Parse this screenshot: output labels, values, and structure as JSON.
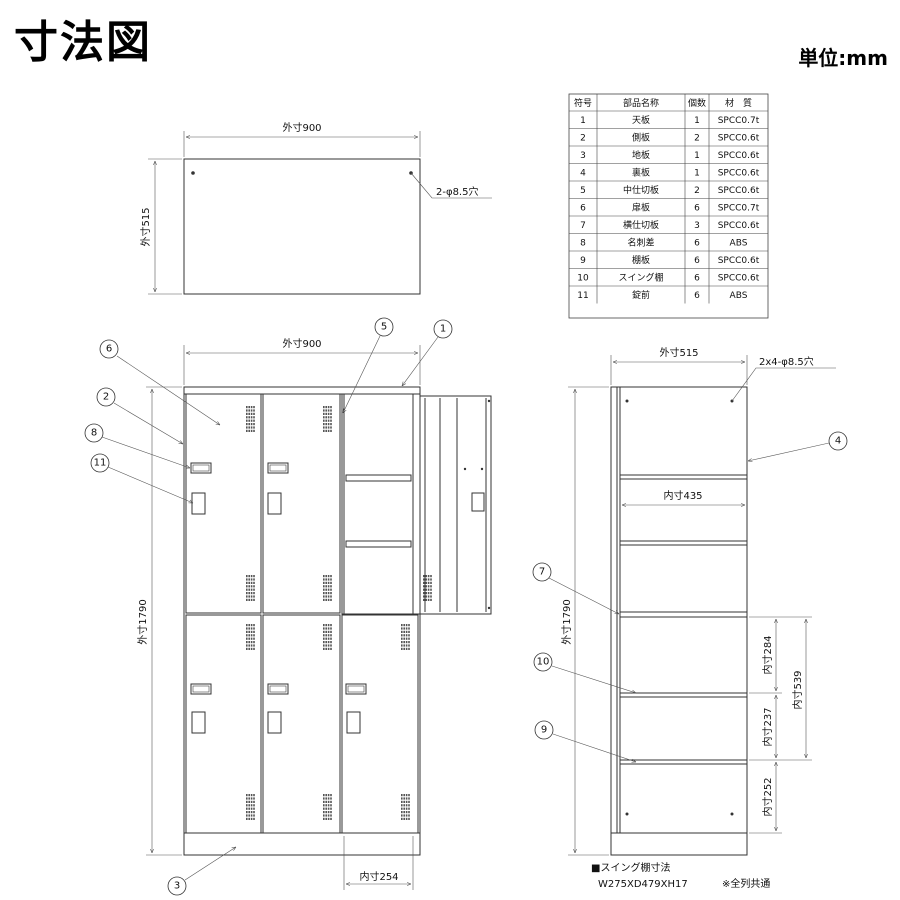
{
  "header": {
    "title": "寸法図",
    "unit": "単位:mm"
  },
  "top_view": {
    "width_label": "外寸900",
    "depth_label": "外寸515",
    "hole_label": "2-φ8.5穴"
  },
  "front_view": {
    "width_label": "外寸900",
    "height_label": "外寸1790",
    "inner_width_label": "内寸254",
    "callouts": [
      "6",
      "2",
      "8",
      "11",
      "5",
      "1",
      "3"
    ]
  },
  "side_view": {
    "depth_label": "外寸515",
    "hole_label": "2x4-φ8.5穴",
    "height_label": "外寸1790",
    "inner_depth_label": "内寸435",
    "inner_h1": "内寸284",
    "inner_h2": "内寸237",
    "inner_h3": "内寸252",
    "inner_total": "内寸539",
    "callouts": [
      "4",
      "7",
      "10",
      "9"
    ]
  },
  "swing_note": {
    "title": "■スイング棚寸法",
    "dims": "W275XD479XH17",
    "note": "※全列共通"
  },
  "parts_table": {
    "headers": [
      "符号",
      "部品名称",
      "個数",
      "材　質"
    ],
    "rows": [
      [
        "1",
        "天板",
        "1",
        "SPCC0.7t"
      ],
      [
        "2",
        "側板",
        "2",
        "SPCC0.6t"
      ],
      [
        "3",
        "地板",
        "1",
        "SPCC0.6t"
      ],
      [
        "4",
        "裏板",
        "1",
        "SPCC0.6t"
      ],
      [
        "5",
        "中仕切板",
        "2",
        "SPCC0.6t"
      ],
      [
        "6",
        "扉板",
        "6",
        "SPCC0.7t"
      ],
      [
        "7",
        "横仕切板",
        "3",
        "SPCC0.6t"
      ],
      [
        "8",
        "名刺差",
        "6",
        "ABS"
      ],
      [
        "9",
        "棚板",
        "6",
        "SPCC0.6t"
      ],
      [
        "10",
        "スイング棚",
        "6",
        "SPCC0.6t"
      ],
      [
        "11",
        "錠前",
        "6",
        "ABS"
      ]
    ]
  }
}
